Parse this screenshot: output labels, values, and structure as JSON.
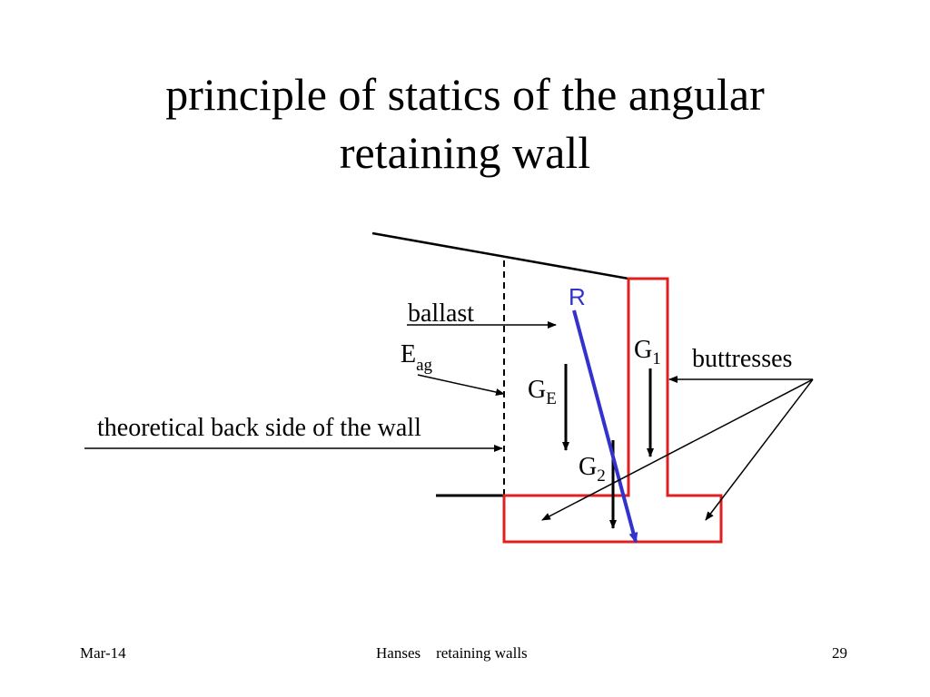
{
  "slide": {
    "title_line1": "principle of statics of the angular",
    "title_line2": "retaining wall"
  },
  "diagram": {
    "labels": {
      "ballast": "ballast",
      "eag_main": "E",
      "eag_sub": "ag",
      "theoretical_back": "theoretical back side of the wall",
      "r": "R",
      "g1_main": "G",
      "g1_sub": "1",
      "ge_main": "G",
      "ge_sub": "E",
      "g2_main": "G",
      "g2_sub": "2",
      "buttresses": "buttresses"
    },
    "colors": {
      "wall_outline": "#e02020",
      "resultant": "#3333cc",
      "lines": "#000000"
    }
  },
  "footer": {
    "date": "Mar-14",
    "center": "Hanses    retaining walls",
    "page": "29"
  }
}
